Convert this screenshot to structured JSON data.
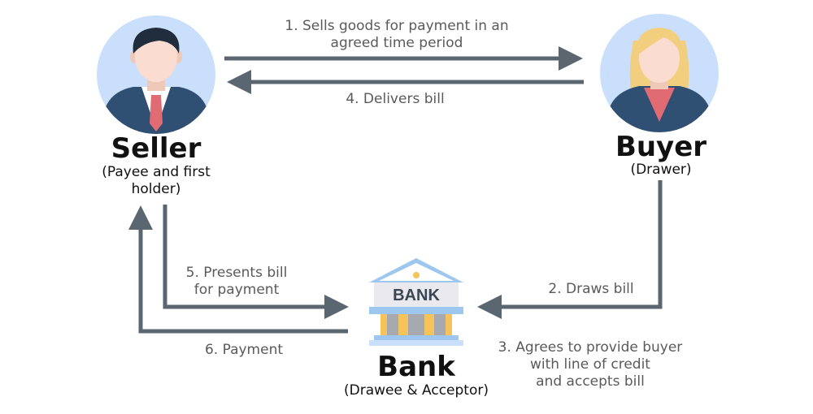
{
  "colors": {
    "arrow": "#5b6770",
    "circle": "#c9dffb",
    "suit": "#2f4f73",
    "skin": "#fadcd0",
    "seller_hair": "#1f2d3d",
    "buyer_hair": "#f2cf7f",
    "tie": "#e06b73",
    "bank_roof": "#9ec7ef",
    "bank_wall": "#e9e9ee",
    "bank_door": "#f6c25a",
    "bank_pillar": "#a7a9b0"
  },
  "parties": {
    "seller": {
      "name": "Seller",
      "role_line1": "(Payee and first",
      "role_line2": "holder)"
    },
    "buyer": {
      "name": "Buyer",
      "role": "(Drawer)"
    },
    "bank": {
      "name": "Bank",
      "role": "(Drawee & Acceptor)",
      "sign": "BANK"
    }
  },
  "steps": {
    "step1_line1": "1.  Sells goods for payment in an",
    "step1_line2": "agreed time period",
    "step2": "2. Draws bill",
    "step3_line1": "3. Agrees to provide buyer",
    "step3_line2": "with line of credit",
    "step3_line3": "and accepts bill",
    "step4": "4. Delivers bill",
    "step5_line1": "5. Presents bill",
    "step5_line2": "for payment",
    "step6": "6. Payment"
  }
}
